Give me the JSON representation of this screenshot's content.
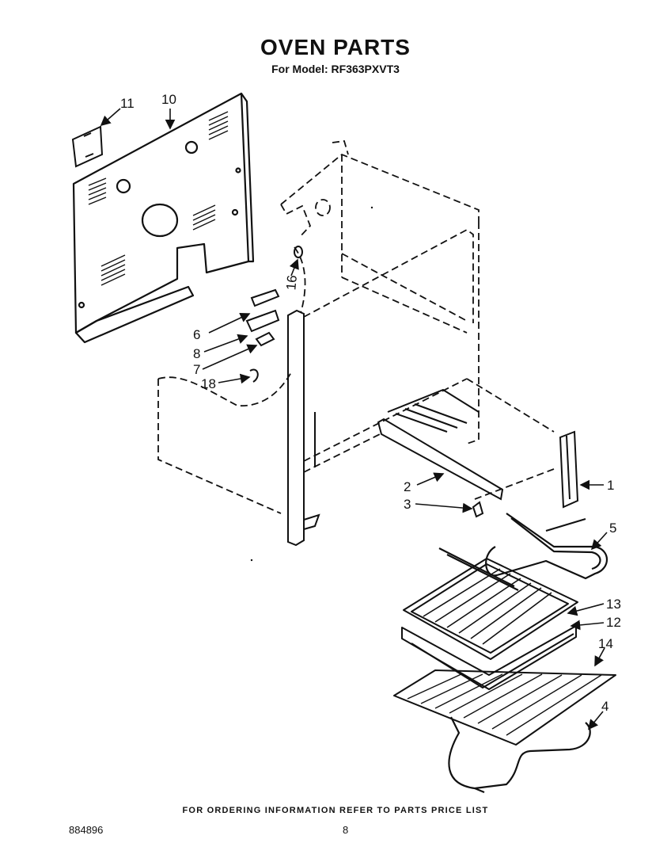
{
  "header": {
    "title": "OVEN PARTS",
    "subtitle": "For Model: RF363PXVT3"
  },
  "callouts": {
    "c1": "1",
    "c2": "2",
    "c3": "3",
    "c4": "4",
    "c5": "5",
    "c6": "6",
    "c7": "7",
    "c8": "8",
    "c10": "10",
    "c11": "11",
    "c12": "12",
    "c13": "13",
    "c14": "14",
    "c16": "16",
    "c18": "18"
  },
  "footer": {
    "note": "FOR ORDERING INFORMATION REFER TO PARTS PRICE LIST",
    "doc_number": "884896",
    "page_number": "8"
  }
}
